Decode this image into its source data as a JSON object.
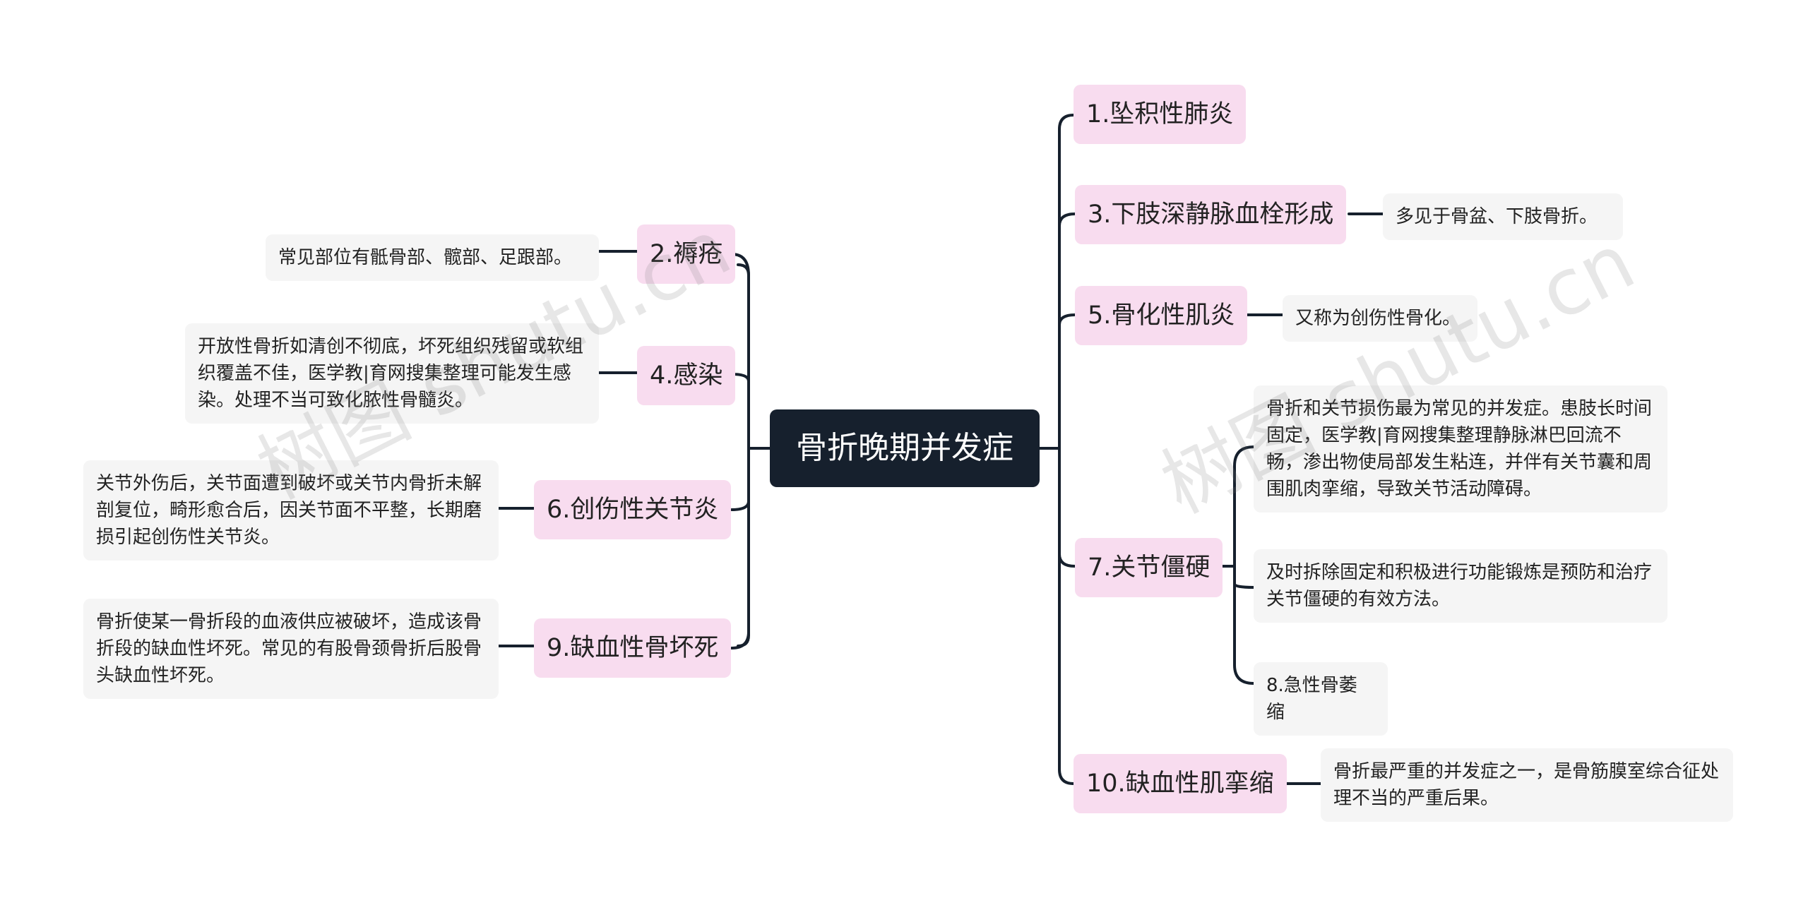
{
  "root": {
    "label": "骨折晚期并发症"
  },
  "left_topics": [
    {
      "label": "2.褥疮",
      "note": "常见部位有骶骨部、髋部、足跟部。"
    },
    {
      "label": "4.感染",
      "note": "开放性骨折如清创不彻底，坏死组织残留或软组织覆盖不佳，医学教|育网搜集整理可能发生感染。处理不当可致化脓性骨髓炎。"
    },
    {
      "label": "6.创伤性关节炎",
      "note": "关节外伤后，关节面遭到破坏或关节内骨折未解剖复位，畸形愈合后，因关节面不平整，长期磨损引起创伤性关节炎。"
    },
    {
      "label": "9.缺血性骨坏死",
      "note": "骨折使某一骨折段的血液供应被破坏，造成该骨折段的缺血性坏死。常见的有股骨颈骨折后股骨头缺血性坏死。"
    }
  ],
  "right_topics": [
    {
      "label": "1.坠积性肺炎"
    },
    {
      "label": "3.下肢深静脉血栓形成",
      "note": "多见于骨盆、下肢骨折。"
    },
    {
      "label": "5.骨化性肌炎",
      "note": "又称为创伤性骨化。"
    },
    {
      "label": "7.关节僵硬",
      "notes": [
        "骨折和关节损伤最为常见的并发症。患肢长时间固定，医学教|育网搜集整理静脉淋巴回流不畅，渗出物使局部发生粘连，并伴有关节囊和周围肌肉挛缩，导致关节活动障碍。",
        "及时拆除固定和积极进行功能锻炼是预防和治疗关节僵硬的有效方法。",
        "8.急性骨萎缩"
      ]
    },
    {
      "label": "10.缺血性肌挛缩",
      "note": "骨折最严重的并发症之一，是骨筋膜室综合征处理不当的严重后果。"
    }
  ],
  "watermarks": [
    "树图 shutu.cn",
    "树图 shutu.cn"
  ],
  "colors": {
    "root_bg": "#16202d",
    "topic_bg": "#f8dcef",
    "note_bg": "#f5f5f5",
    "line": "#16202d"
  }
}
